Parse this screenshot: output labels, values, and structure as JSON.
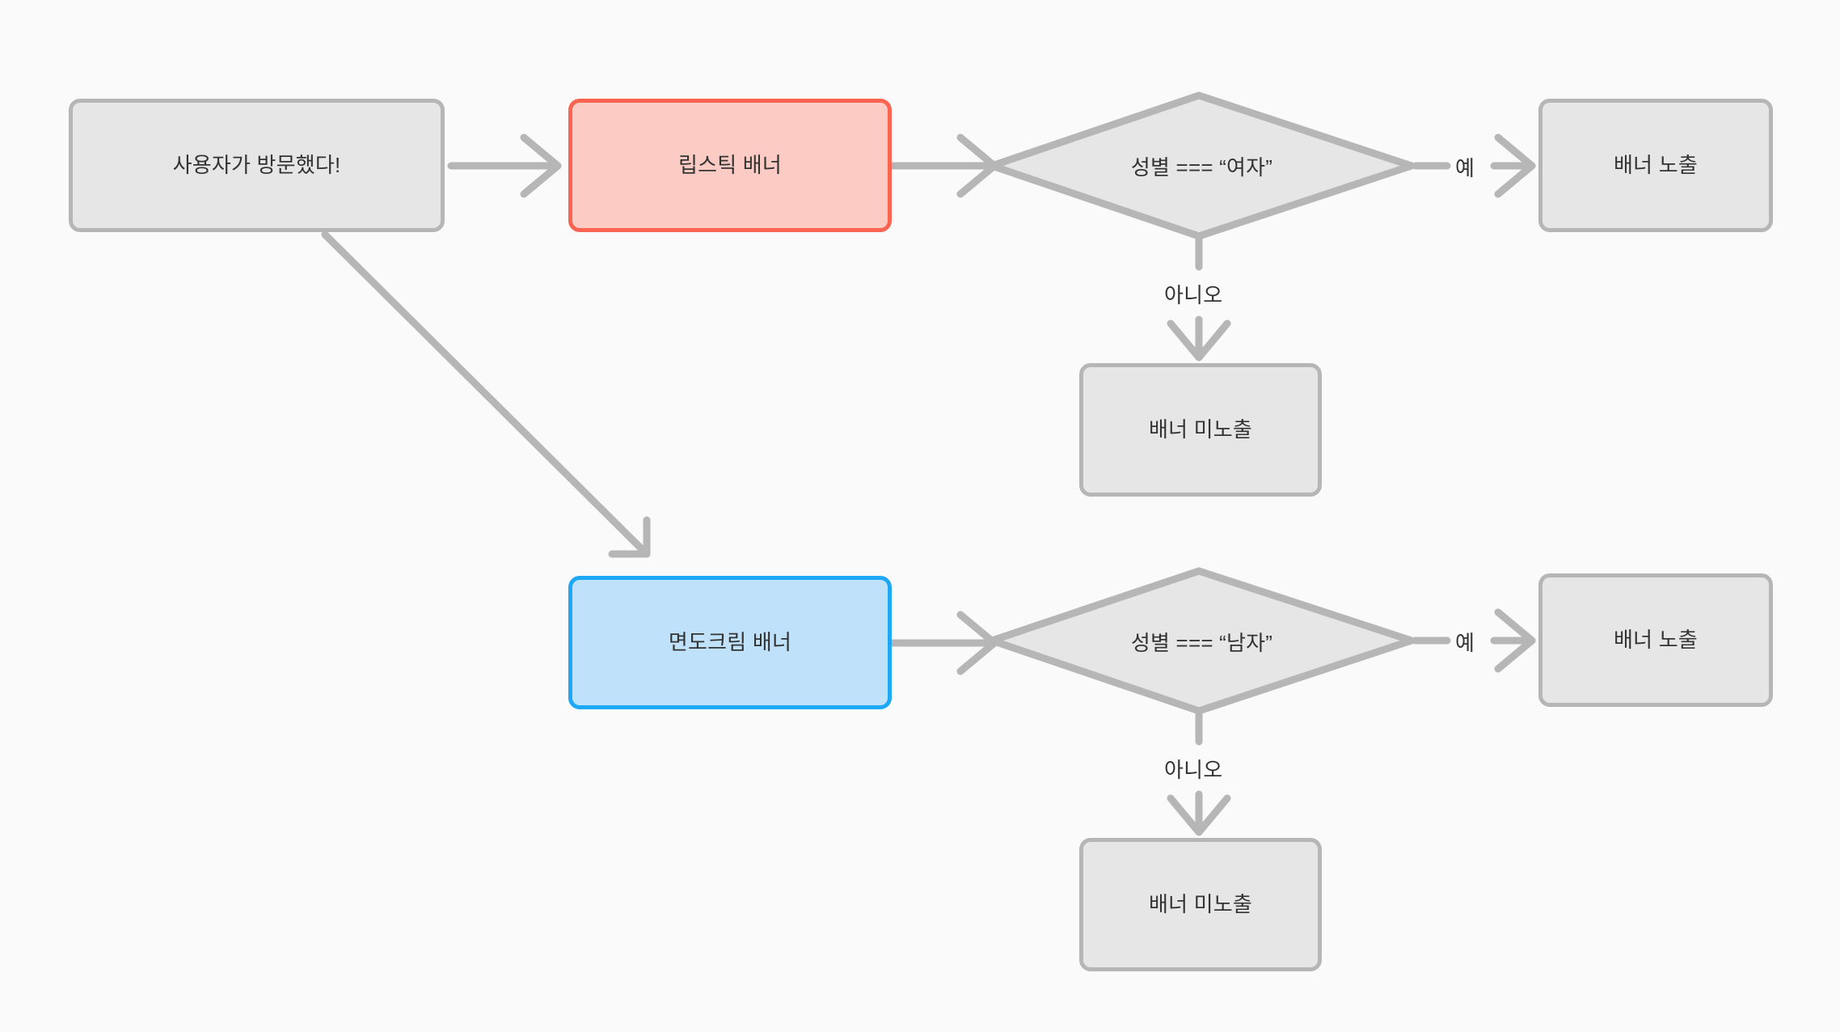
{
  "diagram": {
    "title": "banner-targeting-flowchart",
    "background_color": "#fafafa",
    "colors": {
      "edge": "#b6b6b6",
      "node_border": "#b6b6b6",
      "node_fill": "#e6e6e6",
      "accent_red_border": "#fa6450",
      "accent_red_fill": "#fccbc3",
      "accent_blue_border": "#1fa8f5",
      "accent_blue_fill": "#bfe1fa",
      "text": "#333333"
    }
  },
  "nodes": {
    "start": {
      "label": "사용자가 방문했다!"
    },
    "lipstick_banner": {
      "label": "립스틱 배너"
    },
    "condition_female": {
      "label": "성별 === “여자”"
    },
    "show_banner_female": {
      "label": "배너 노출"
    },
    "hide_banner_female": {
      "label": "배너 미노출"
    },
    "shaving_cream_banner": {
      "label": "면도크림 배너"
    },
    "condition_male": {
      "label": "성별 === “남자”"
    },
    "show_banner_male": {
      "label": "배너 노출"
    },
    "hide_banner_male": {
      "label": "배너 미노출"
    }
  },
  "edge_labels": {
    "yes_female": "예",
    "no_female": "아니오",
    "yes_male": "예",
    "no_male": "아니오"
  }
}
